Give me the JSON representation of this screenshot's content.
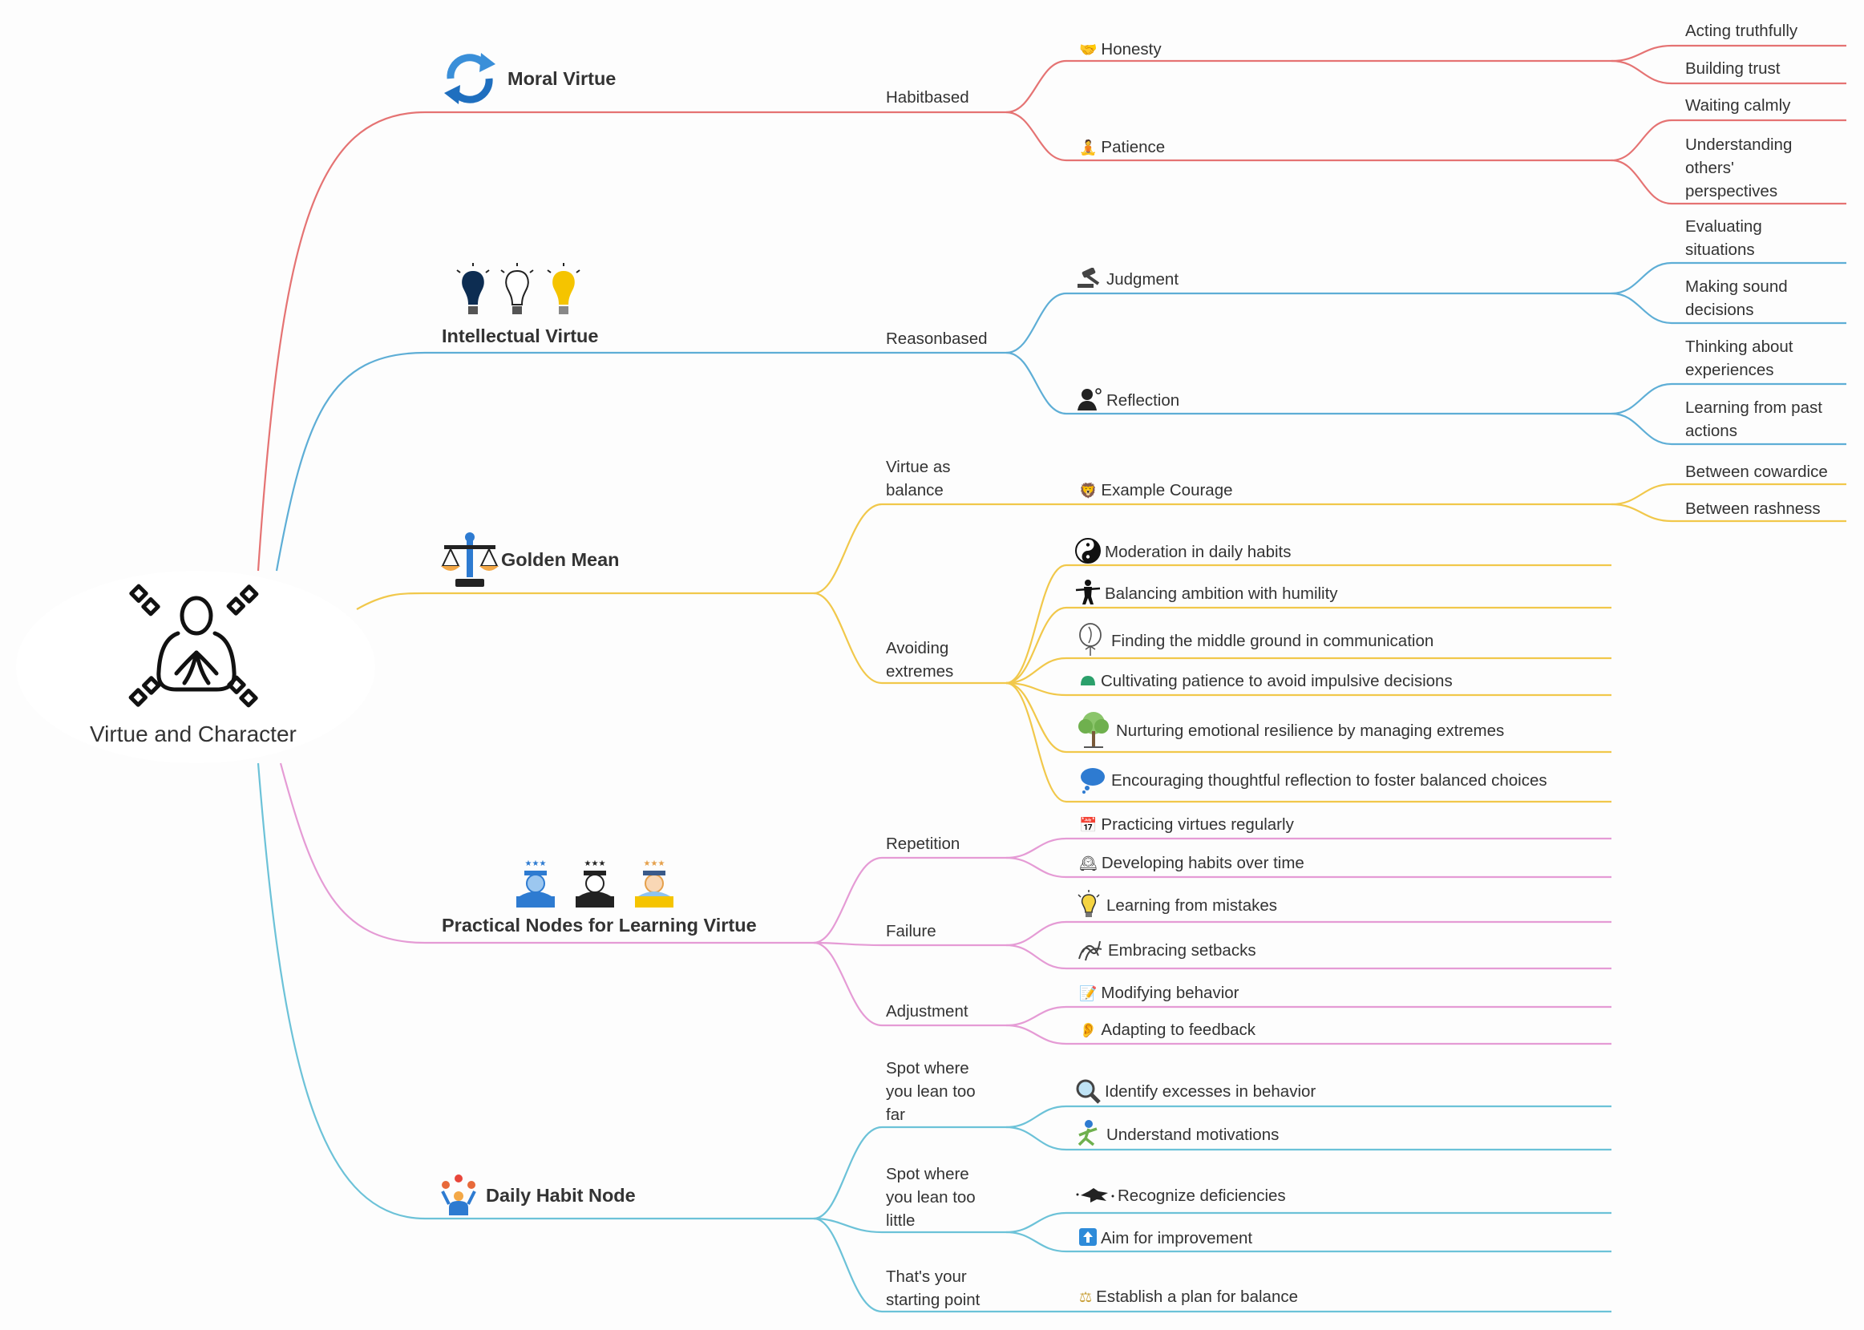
{
  "root": {
    "title": "Virtue and Character"
  },
  "colors": {
    "moral": "#E57373",
    "intellectual": "#5EAED6",
    "golden": "#F1C84B",
    "practical": "#E59BD5",
    "daily": "#6CC2D8"
  },
  "branches": {
    "moral": {
      "title": "Moral Virtue",
      "sub": "Habitbased",
      "honesty": {
        "emoji": "🤝",
        "label": "Honesty",
        "leaves": [
          "Acting truthfully",
          "Building trust"
        ]
      },
      "patience": {
        "emoji": "🧘",
        "label": "Patience",
        "leaves": [
          "Waiting calmly",
          "Understanding\nothers'\nperspectives"
        ]
      }
    },
    "intellectual": {
      "title": "Intellectual Virtue",
      "sub": "Reasonbased",
      "judgment": {
        "label": "Judgment",
        "leaves": [
          "Evaluating\nsituations",
          "Making sound\ndecisions"
        ]
      },
      "reflection": {
        "label": "Reflection",
        "leaves": [
          "Thinking about\nexperiences",
          "Learning from past\nactions"
        ]
      }
    },
    "golden": {
      "title": "Golden Mean",
      "sub1": "Virtue as\nbalance",
      "courage": {
        "emoji": "🦁",
        "label": "Example Courage",
        "leaves": [
          "Between cowardice",
          "Between rashness"
        ]
      },
      "sub2": "Avoiding\nextremes",
      "extremes": [
        "Moderation in daily habits",
        "Balancing ambition with humility",
        "Finding the middle ground in communication",
        "Cultivating patience to avoid impulsive decisions",
        "Nurturing emotional resilience by managing extremes",
        "Encouraging thoughtful reflection to foster balanced choices"
      ]
    },
    "practical": {
      "title": "Practical Nodes for Learning Virtue",
      "repetition": {
        "label": "Repetition",
        "items": [
          "Practicing virtues regularly",
          "Developing habits over time"
        ],
        "emojis": [
          "📅",
          "🕰"
        ]
      },
      "failure": {
        "label": "Failure",
        "items": [
          "Learning from mistakes",
          "Embracing setbacks"
        ]
      },
      "adjustment": {
        "label": "Adjustment",
        "items": [
          "Modifying behavior",
          "Adapting to feedback"
        ],
        "emojis": [
          "📝",
          "👂"
        ]
      }
    },
    "daily": {
      "title": "Daily Habit Node",
      "far": {
        "label": "Spot where\nyou lean too\nfar",
        "items": [
          "Identify excesses in behavior",
          "Understand motivations"
        ]
      },
      "little": {
        "label": "Spot where\nyou lean too\nlittle",
        "items": [
          "Recognize deficiencies",
          "Aim for improvement"
        ]
      },
      "start": {
        "label": "That's your\nstarting point",
        "items": [
          "Establish a plan for balance"
        ],
        "emojis": [
          "⚖"
        ]
      }
    }
  }
}
